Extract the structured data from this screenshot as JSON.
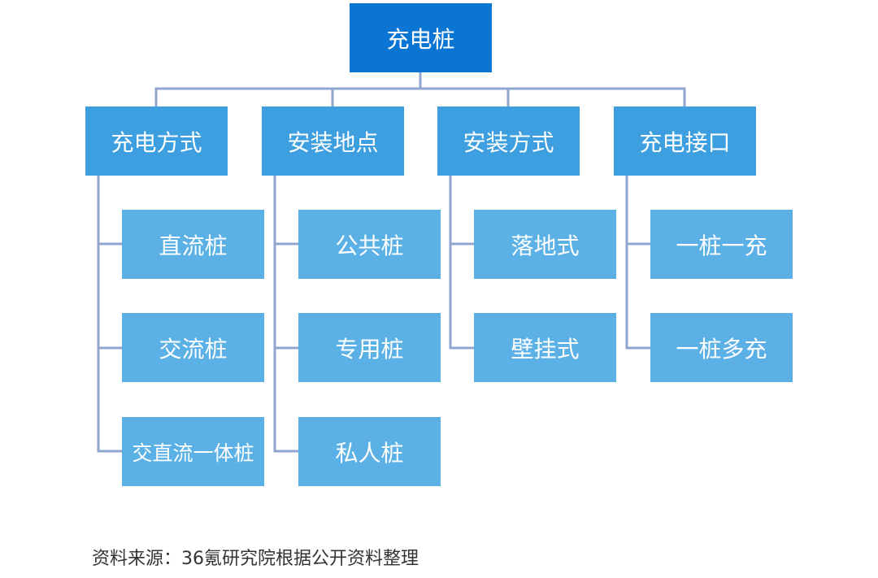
{
  "root": {
    "label": "充电桩"
  },
  "categories": [
    {
      "label": "充电方式",
      "items": [
        "直流桩",
        "交流桩",
        "交直流一体桩"
      ]
    },
    {
      "label": "安装地点",
      "items": [
        "公共桩",
        "专用桩",
        "私人桩"
      ]
    },
    {
      "label": "安装方式",
      "items": [
        "落地式",
        "壁挂式"
      ]
    },
    {
      "label": "充电接口",
      "items": [
        "一桩一充",
        "一桩多充"
      ]
    }
  ],
  "source": "资料来源：36氪研究院根据公开资料整理"
}
